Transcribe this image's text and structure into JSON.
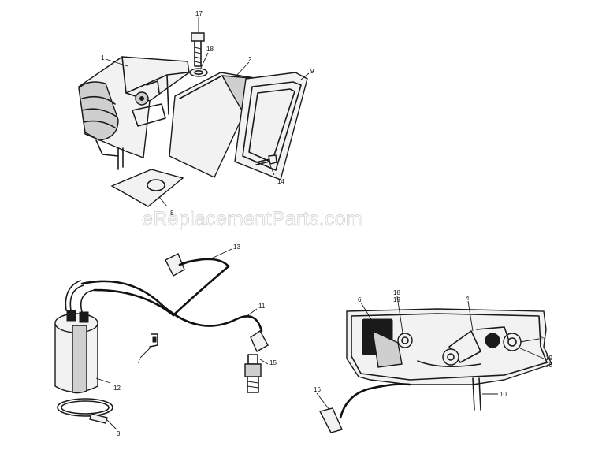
{
  "watermark": "eReplacementParts.com",
  "callouts": {
    "c1": "1",
    "c2": "2",
    "c3": "3",
    "c4": "4",
    "c5": "5",
    "c6": "6",
    "c7": "7",
    "c8": "8",
    "c9": "9",
    "c10": "10",
    "c11": "11",
    "c12": "12",
    "c13": "13",
    "c14": "14",
    "c15": "15",
    "c16": "16",
    "c17": "17",
    "c18a": "18",
    "c18b": "18",
    "c19a": "19",
    "c19b": "19",
    "c20": "20"
  }
}
